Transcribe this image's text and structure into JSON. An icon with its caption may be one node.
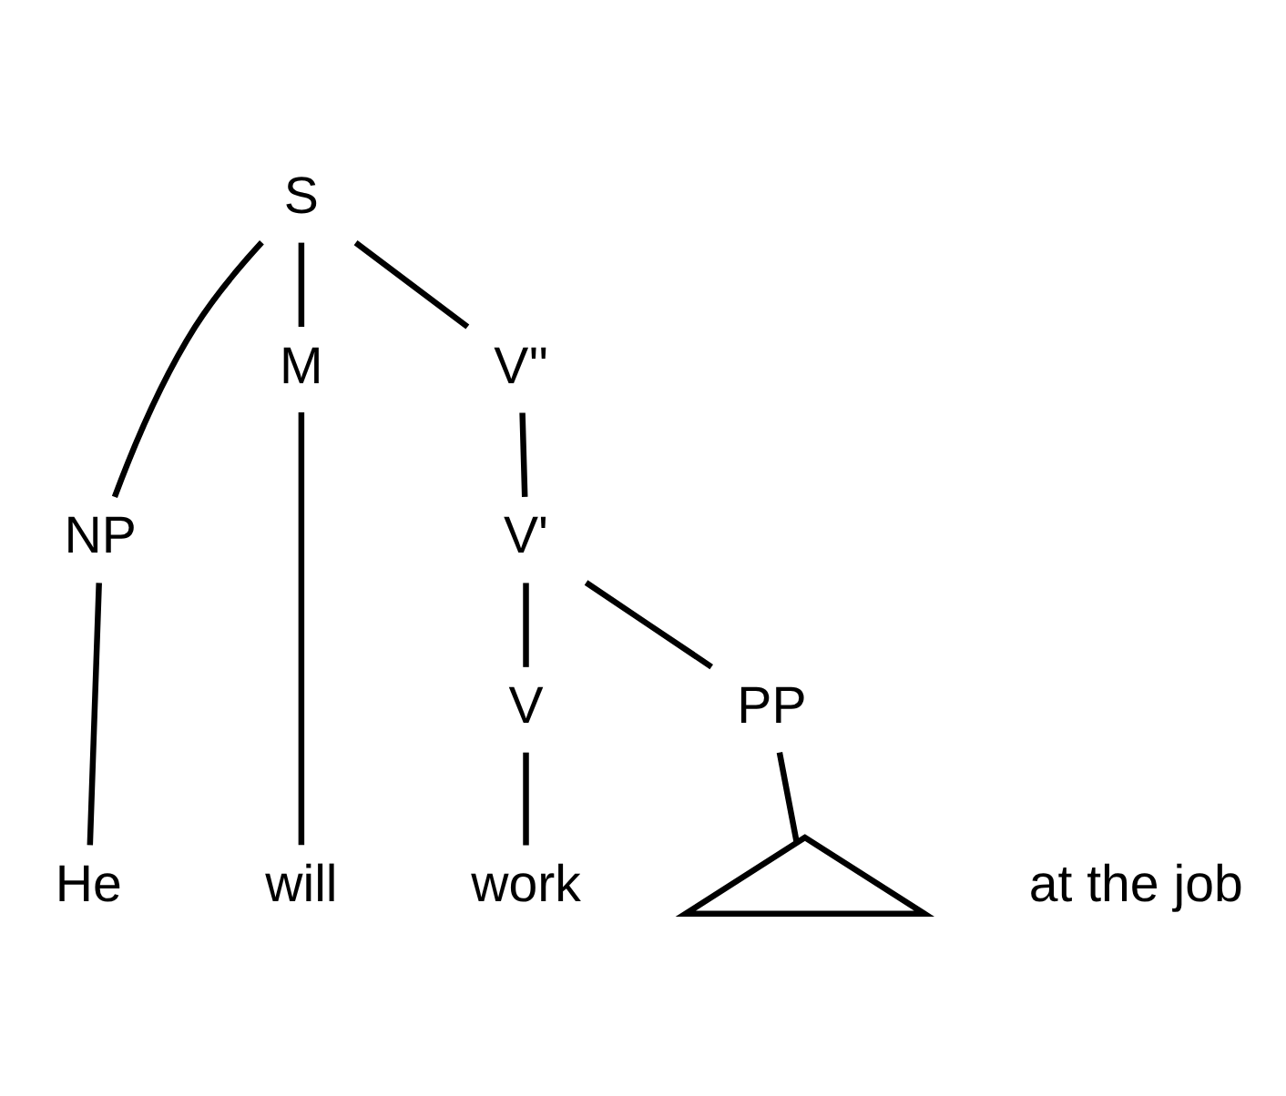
{
  "diagram": {
    "nodes": [
      {
        "text": [
          "S"
        ]
      },
      {
        "text": [
          "NP"
        ]
      },
      {
        "text": [
          "M"
        ]
      },
      {
        "text": [
          "V''"
        ]
      },
      {
        "text": [
          "V'"
        ]
      },
      {
        "text": [
          "V"
        ]
      },
      {
        "text": [
          "PP"
        ]
      },
      {
        "text": [],
        "shape": "triangle"
      },
      {
        "text": [
          "He"
        ]
      },
      {
        "text": [
          "will"
        ]
      },
      {
        "text": [
          "work"
        ]
      },
      {
        "text": [
          "at the job"
        ]
      }
    ],
    "edges": [
      {
        "from": 0,
        "to": 1,
        "arrow": "none"
      },
      {
        "from": 0,
        "to": 2,
        "arrow": "none"
      },
      {
        "from": 0,
        "to": 3,
        "arrow": "none"
      },
      {
        "from": 1,
        "to": 8,
        "arrow": "none"
      },
      {
        "from": 2,
        "to": 9,
        "arrow": "none"
      },
      {
        "from": 3,
        "to": 4,
        "arrow": "none"
      },
      {
        "from": 4,
        "to": 5,
        "arrow": "none"
      },
      {
        "from": 4,
        "to": 6,
        "arrow": "none"
      },
      {
        "from": 5,
        "to": 10,
        "arrow": "none"
      },
      {
        "from": 6,
        "to": 7,
        "arrow": "none"
      }
    ]
  }
}
